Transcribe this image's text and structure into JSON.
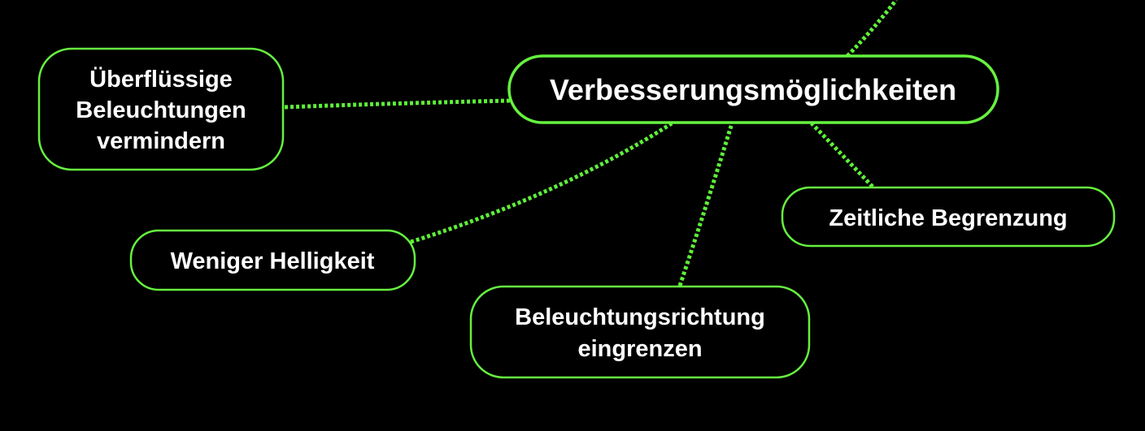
{
  "colors": {
    "accent": "#66f23f",
    "background": "#000000",
    "text": "#ffffff"
  },
  "root": {
    "label": "Verbesserungsmöglichkeiten"
  },
  "children": [
    {
      "lines": [
        "Überflüssige",
        "Beleuchtungen",
        "vermindern"
      ]
    },
    {
      "lines": [
        "Weniger Helligkeit"
      ]
    },
    {
      "lines": [
        "Beleuchtungsrichtung",
        "eingrenzen"
      ]
    },
    {
      "lines": [
        "Zeitliche Begrenzung"
      ]
    }
  ]
}
